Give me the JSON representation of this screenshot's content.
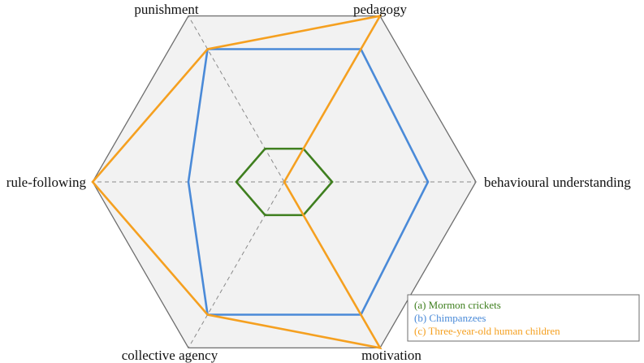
{
  "chart_data": {
    "type": "radar",
    "axes": [
      "behavioural understanding",
      "pedagogy",
      "punishment",
      "rule-following",
      "collective agency",
      "motivation"
    ],
    "range": [
      0,
      1
    ],
    "grid": "dashed spokes to each vertex",
    "legend_position": "bottom-right",
    "series": [
      {
        "name": "(a)  Mormon crickets",
        "color": "#3f7f1f",
        "values": [
          0.25,
          0.2,
          0.2,
          0.25,
          0.2,
          0.2
        ]
      },
      {
        "name": "(b)  Chimpanzees",
        "color": "#4a8ad8",
        "values": [
          0.75,
          0.8,
          0.8,
          0.5,
          0.8,
          0.8
        ]
      },
      {
        "name": "(c)  Three-year-old human children",
        "color": "#f5a020",
        "values": [
          0.0,
          1.0,
          0.8,
          1.0,
          0.8,
          1.0
        ]
      }
    ]
  }
}
